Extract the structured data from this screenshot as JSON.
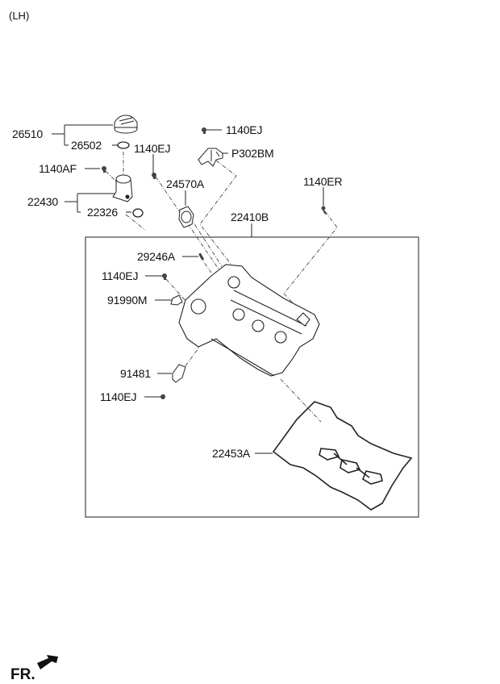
{
  "header": {
    "variant": "(LH)"
  },
  "footer": {
    "direction_label": "FR."
  },
  "assembly": {
    "part_number": "22410B",
    "name": "cylinder head cover assembly"
  },
  "callouts": [
    {
      "id": "26510",
      "label": "26510"
    },
    {
      "id": "26502",
      "label": "26502"
    },
    {
      "id": "1140AF",
      "label": "1140AF"
    },
    {
      "id": "22430",
      "label": "22430"
    },
    {
      "id": "22326",
      "label": "22326"
    },
    {
      "id": "1140EJ_a",
      "label": "1140EJ"
    },
    {
      "id": "24570A",
      "label": "24570A"
    },
    {
      "id": "1140EJ_b",
      "label": "1140EJ"
    },
    {
      "id": "P302BM",
      "label": "P302BM"
    },
    {
      "id": "1140ER",
      "label": "1140ER"
    },
    {
      "id": "22410B",
      "label": "22410B"
    },
    {
      "id": "29246A",
      "label": "29246A"
    },
    {
      "id": "1140EJ_c",
      "label": "1140EJ"
    },
    {
      "id": "91990M",
      "label": "91990M"
    },
    {
      "id": "91481",
      "label": "91481"
    },
    {
      "id": "1140EJ_d",
      "label": "1140EJ"
    },
    {
      "id": "22453A",
      "label": "22453A"
    }
  ],
  "colors": {
    "line": "#222222",
    "frame": "#444444",
    "background": "#ffffff"
  }
}
